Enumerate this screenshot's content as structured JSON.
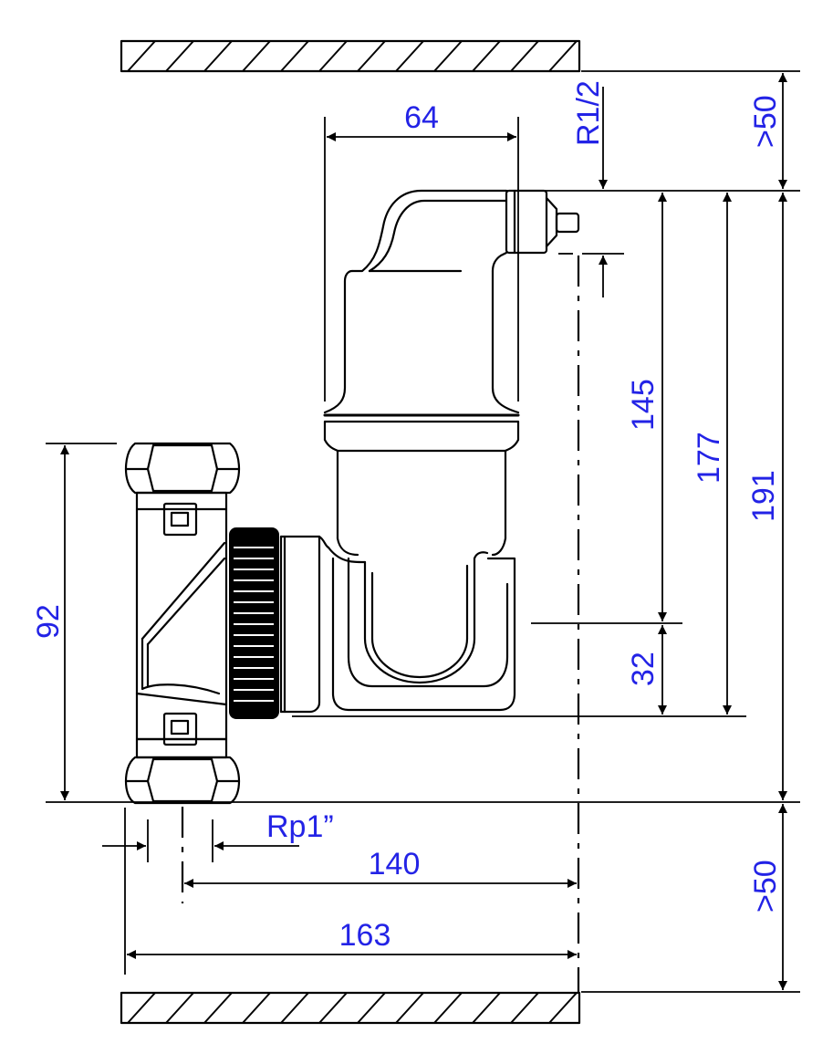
{
  "colors": {
    "line": "#000000",
    "label": "#2323e6",
    "background": "#ffffff"
  },
  "dimensions": {
    "width_64": "64",
    "thread_top": "R1/2",
    "clearance_top": ">50",
    "height_145": "145",
    "height_177": "177",
    "height_191": "191",
    "height_92": "92",
    "height_32": "32",
    "thread_side": "Rp1”",
    "width_140": "140",
    "width_163": "163",
    "clearance_bottom": ">50"
  }
}
